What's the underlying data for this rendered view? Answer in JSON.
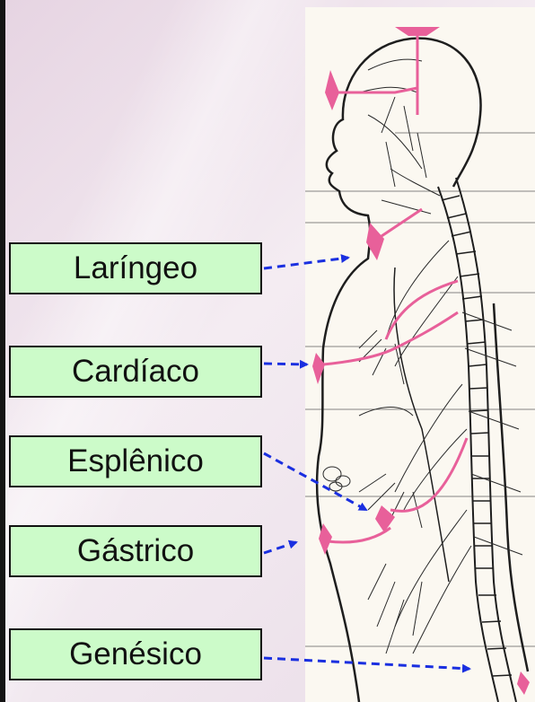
{
  "labels": [
    {
      "id": "laringeo",
      "text": "Laríngeo"
    },
    {
      "id": "cardiaco",
      "text": "Cardíaco"
    },
    {
      "id": "esplenico",
      "text": "Esplênico"
    },
    {
      "id": "gastrico",
      "text": "Gástrico"
    },
    {
      "id": "genesico",
      "text": "Genésico"
    }
  ],
  "colors": {
    "label_fill": "#ccfbc9",
    "arrow": "#1a2fe0",
    "chakra": "#e8609a",
    "ink": "#1e1e1e"
  }
}
